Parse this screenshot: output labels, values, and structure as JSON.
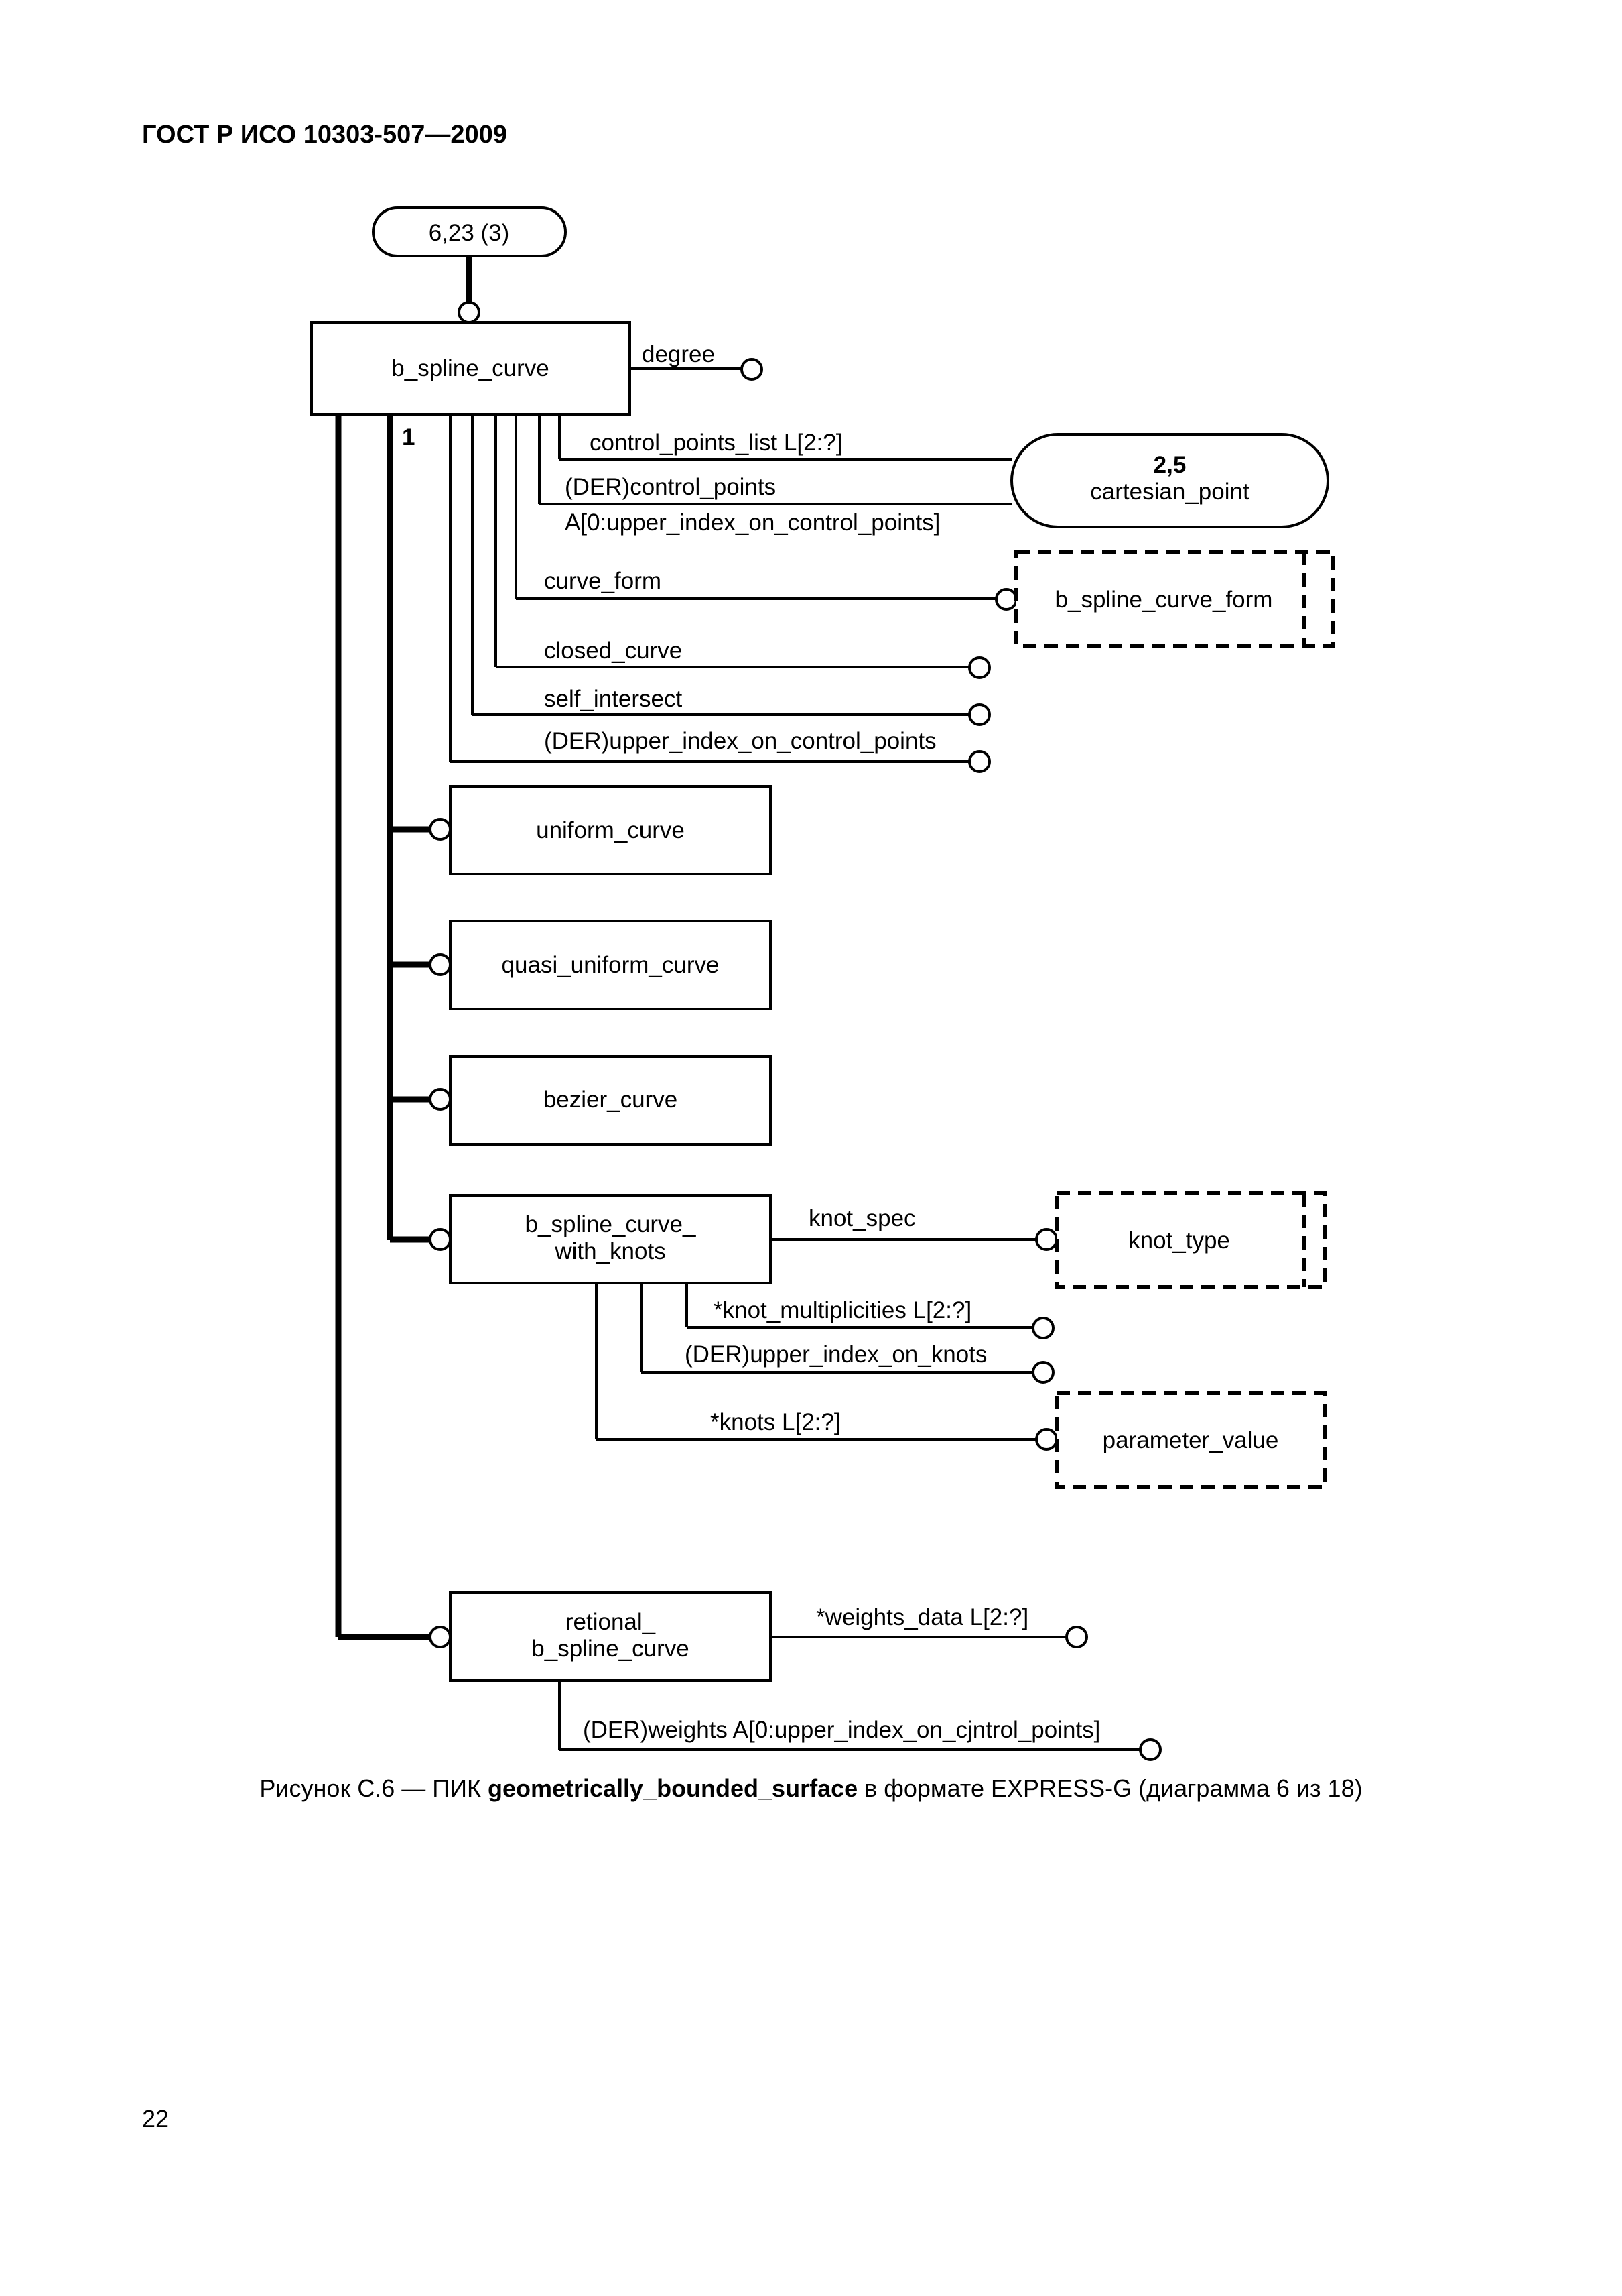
{
  "header": {
    "title": "ГОСТ Р ИСО 10303-507—2009"
  },
  "diagram": {
    "page_ref": "6,23 (3)",
    "main_entity": "b_spline_curve",
    "supertype_marker": "1",
    "attributes": {
      "degree": "degree",
      "control_points_list": "control_points_list L[2:?]",
      "control_points": "(DER)control_points",
      "control_points_type": "A[0:upper_index_on_control_points]",
      "curve_form": "curve_form",
      "closed_curve": "closed_curve",
      "self_intersect": "self_intersect",
      "upper_index": "(DER)upper_index_on_control_points"
    },
    "cartesian_ref": {
      "page": "2,5",
      "name": "cartesian_point"
    },
    "curve_form_type": "b_spline_curve_form",
    "subtypes": {
      "uniform": "uniform_curve",
      "quasi_uniform": "quasi_uniform_curve",
      "bezier": "bezier_curve",
      "with_knots_line1": "b_spline_curve_",
      "with_knots_line2": "with_knots",
      "rational_line1": "retional_",
      "rational_line2": "b_spline_curve"
    },
    "knots_attributes": {
      "knot_spec": "knot_spec",
      "knot_multiplicities": "*knot_multiplicities L[2:?]",
      "upper_index_on_knots": "(DER)upper_index_on_knots",
      "knots": "*knots L[2:?]"
    },
    "knot_type": "knot_type",
    "parameter_value": "parameter_value",
    "rational_attributes": {
      "weights_data": "*weights_data L[2:?]",
      "weights": "(DER)weights A[0:upper_index_on_cjntrol_points]"
    }
  },
  "caption": {
    "prefix": "Рисунок C.6 — ПИК ",
    "bold": "geometrically_bounded_surface",
    "suffix": " в формате EXPRESS-G (диаграмма 6 из 18)"
  },
  "page_number": "22"
}
